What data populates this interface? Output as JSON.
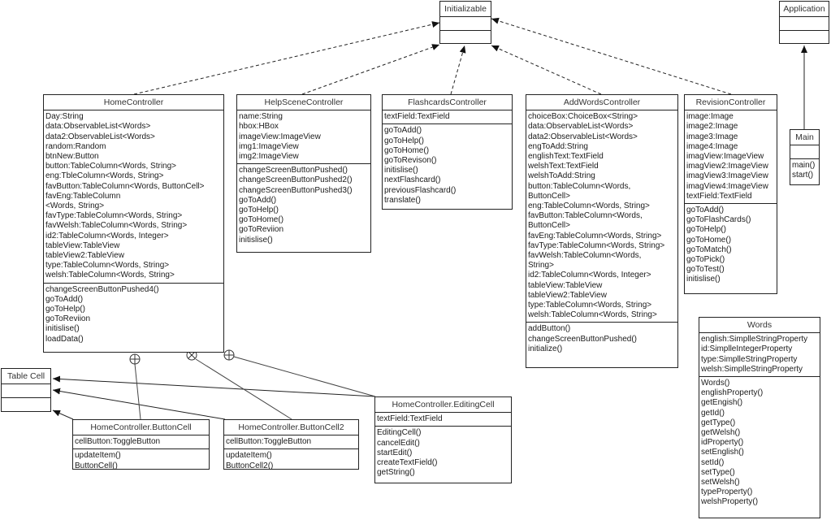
{
  "diagram": {
    "type": "UML class diagram",
    "classes": {
      "initializable": {
        "name": "Initializable",
        "attributes": [],
        "operations": []
      },
      "application": {
        "name": "Application",
        "attributes": [],
        "operations": []
      },
      "home": {
        "name": "HomeController",
        "attributes": [
          "Day:String",
          "data:ObservableList<Words>",
          "data2:ObservableList<Words>",
          "random:Random",
          "btnNew:Button",
          "button:TableColumn<Words, String>",
          "eng:TbleColumn<Words, String>",
          "favButton:TableColumn<Words, ButtonCell>",
          "favEng:TableColumn",
          "<Words, String>",
          "favType:TableColumn<Words, String>",
          "favWelsh:TableColumn<Words, String>",
          "id2:TableColumn<Words, Integer>",
          "tableView:TableView",
          "tableView2:TableView",
          "type:TableColumn<Words, String>",
          "welsh:TableColumn<Words, String>"
        ],
        "operations": [
          "changeScreenButtonPushed4()",
          "goToAdd()",
          "goToHelp()",
          "goToReviion",
          "initislise()",
          "loadData()"
        ]
      },
      "help": {
        "name": "HelpSceneController",
        "attributes": [
          "name:String",
          "hbox:HBox",
          "imageView:ImageView",
          "img1:ImageView",
          "img2:ImageView"
        ],
        "operations": [
          "changeScreenButtonPushed()",
          "changeScreenButtonPushed2()",
          "changeScreenButtonPushed3()",
          "goToAdd()",
          "goToHelp()",
          "goToHome()",
          "goToReviion",
          "initislise()"
        ]
      },
      "flash": {
        "name": "FlashcardsController",
        "attributes": [
          "textField:TextField"
        ],
        "operations": [
          "goToAdd()",
          "goToHelp()",
          "goToHome()",
          "goToRevison()",
          "initislise()",
          "nextFlashcard()",
          "previousFlashcard()",
          "translate()"
        ]
      },
      "addwords": {
        "name": "AddWordsController",
        "attributes": [
          "choiceBox:ChoiceBox<String>",
          "data:ObservableList<Words>",
          "data2:ObservableList<Words>",
          "engToAdd:String",
          "englishText:TextField",
          "welshText:TextField",
          "welshToAdd:String",
          "button:TableColumn<Words,",
          "ButtonCell>",
          "eng:TableColumn<Words, String>",
          "favButton:TableColumn<Words,",
          "ButtonCell>",
          "favEng:TableColumn<Words, String>",
          "favType:TableColumn<Words, String>",
          "favWelsh:TableColumn<Words,",
          "String>",
          "id2:TableColumn<Words, Integer>",
          "tableView:TableView",
          "tableView2:TableView",
          "type:TableColumn<Words, String>",
          "welsh:TableColumn<Words, String>"
        ],
        "operations": [
          "addButton()",
          "changeScreenButtonPushed()",
          "initialize()"
        ]
      },
      "revision": {
        "name": "RevisionController",
        "attributes": [
          "image:Image",
          "image2:Image",
          "image3:Image",
          "image4:Image",
          "imagView:ImageView",
          "imagView2:ImageView",
          "imagView3:ImageView",
          "imagView4:ImageView",
          "textField:TextField"
        ],
        "operations": [
          "goToAdd()",
          "goToFlashCards()",
          "goToHelp()",
          "goToHome()",
          "goToMatch()",
          "goToPick()",
          "goToTest()",
          "initislise()"
        ]
      },
      "main": {
        "name": "Main",
        "attributes": [],
        "operations": [
          "main()",
          "start()"
        ]
      },
      "words": {
        "name": "Words",
        "attributes": [
          "english:SimplleStringProperty",
          "id:SimplleIntegerProperty",
          "type:SimplleStringProperty",
          "welsh:SimplleStringProperty"
        ],
        "operations": [
          "Words()",
          "englishProperty()",
          "getEngish()",
          "getId()",
          "getType()",
          "getWelsh()",
          "idProperty()",
          "setEnglish()",
          "setId()",
          "setType()",
          "setWelsh()",
          "typeProperty()",
          "welshProperty()"
        ]
      },
      "tablecell": {
        "name": "Table Cell",
        "attributes": [],
        "operations": []
      },
      "buttoncell": {
        "name": "HomeController.ButtonCell",
        "attributes": [
          "cellButton:ToggleButton"
        ],
        "operations": [
          "updateItem()",
          "ButtonCell()"
        ]
      },
      "buttoncell2": {
        "name": "HomeController.ButtonCell2",
        "attributes": [
          "cellButton:ToggleButton"
        ],
        "operations": [
          "updateItem()",
          "ButtonCell2()"
        ]
      },
      "editingcell": {
        "name": "HomeController.EditingCell",
        "attributes": [
          "textField:TextField"
        ],
        "operations": [
          "EditingCell()",
          "cancelEdit()",
          "startEdit()",
          "createTextField()",
          "getString()"
        ]
      }
    },
    "relations": [
      {
        "from": "home",
        "to": "initializable",
        "kind": "realization"
      },
      {
        "from": "help",
        "to": "initializable",
        "kind": "realization"
      },
      {
        "from": "flash",
        "to": "initializable",
        "kind": "realization"
      },
      {
        "from": "addwords",
        "to": "initializable",
        "kind": "realization"
      },
      {
        "from": "revision",
        "to": "initializable",
        "kind": "realization"
      },
      {
        "from": "main",
        "to": "application",
        "kind": "inheritance"
      },
      {
        "from": "buttoncell",
        "to": "tablecell",
        "kind": "inheritance"
      },
      {
        "from": "buttoncell2",
        "to": "tablecell",
        "kind": "inheritance"
      },
      {
        "from": "editingcell",
        "to": "tablecell",
        "kind": "inheritance"
      },
      {
        "from": "buttoncell",
        "to": "home",
        "kind": "nesting"
      },
      {
        "from": "buttoncell2",
        "to": "home",
        "kind": "nesting"
      },
      {
        "from": "editingcell",
        "to": "home",
        "kind": "nesting"
      }
    ]
  }
}
